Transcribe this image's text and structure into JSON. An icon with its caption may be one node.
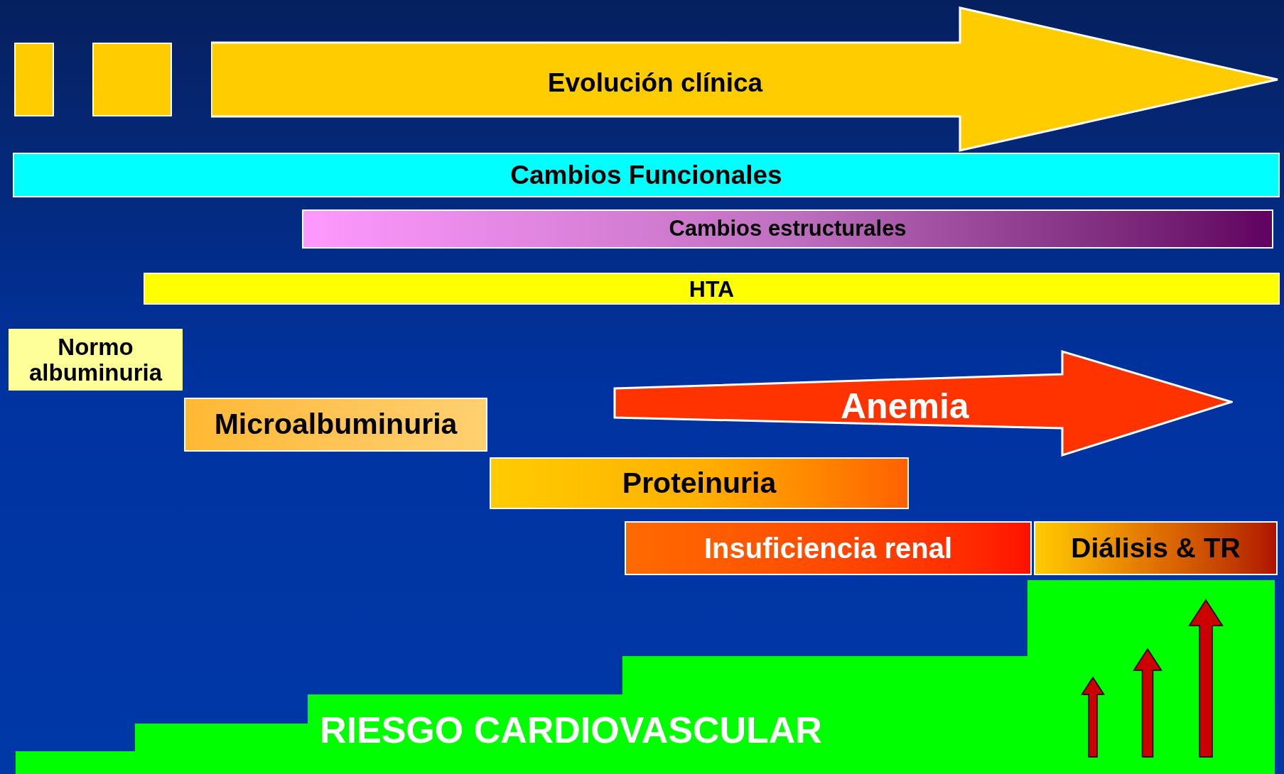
{
  "diagram": {
    "nodes": [
      {
        "text": [],
        "shape": "box"
      },
      {
        "text": [],
        "shape": "box"
      },
      {
        "text": [
          "Evolución clínica"
        ]
      },
      {
        "text": [
          "Cambios Funcionales"
        ]
      },
      {
        "text": [
          "Cambios estructurales"
        ]
      },
      {
        "text": [
          "HTA"
        ]
      },
      {
        "text": [
          "Normo albuminuria"
        ]
      },
      {
        "text": [
          "Microalbuminuria"
        ]
      },
      {
        "text": [
          "Anemia"
        ]
      },
      {
        "text": [
          "Proteinuria"
        ]
      },
      {
        "text": [
          "Insuficiencia renal"
        ]
      },
      {
        "text": [
          "Diálisis & TR"
        ]
      },
      {
        "text": [
          "RIESGO CARDIOVASCULAR"
        ]
      }
    ]
  }
}
